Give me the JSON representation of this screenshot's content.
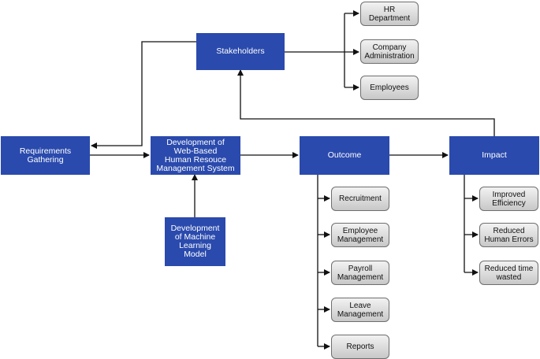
{
  "colors": {
    "primary_box": "#2a4aad",
    "secondary_box": "#dcdcdc",
    "line": "#111111"
  },
  "nodes": {
    "stakeholders": "Stakeholders",
    "hr_department": "HR\nDepartment",
    "company_administration": "Company\nAdministration",
    "employees": "Employees",
    "requirements_gathering": "Requirements\nGathering",
    "hrms_development": "Development of\nWeb-Based\nHuman Resouce\nManagement System",
    "outcome": "Outcome",
    "impact": "Impact",
    "ml_model": "Development\nof Machine\nLearning\nModel",
    "recruitment": "Recruitment",
    "employee_management": "Employee\nManagement",
    "payroll_management": "Payroll\nManagement",
    "leave_management": "Leave\nManagement",
    "reports": "Reports",
    "improved_efficiency": "Improved\nEfficiency",
    "reduced_human_errors": "Reduced\nHuman Errors",
    "reduced_time_wasted": "Reduced time\nwasted"
  }
}
